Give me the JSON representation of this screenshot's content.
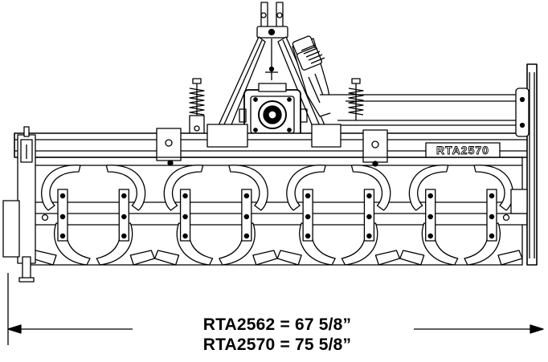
{
  "model_badge": "RTA2570",
  "dimensions": {
    "line1": "RTA2562 = 67 5/8”",
    "line2": "RTA2570 = 75 5/8”"
  },
  "components": {
    "tine_sets": 8,
    "depth_springs": 2
  }
}
